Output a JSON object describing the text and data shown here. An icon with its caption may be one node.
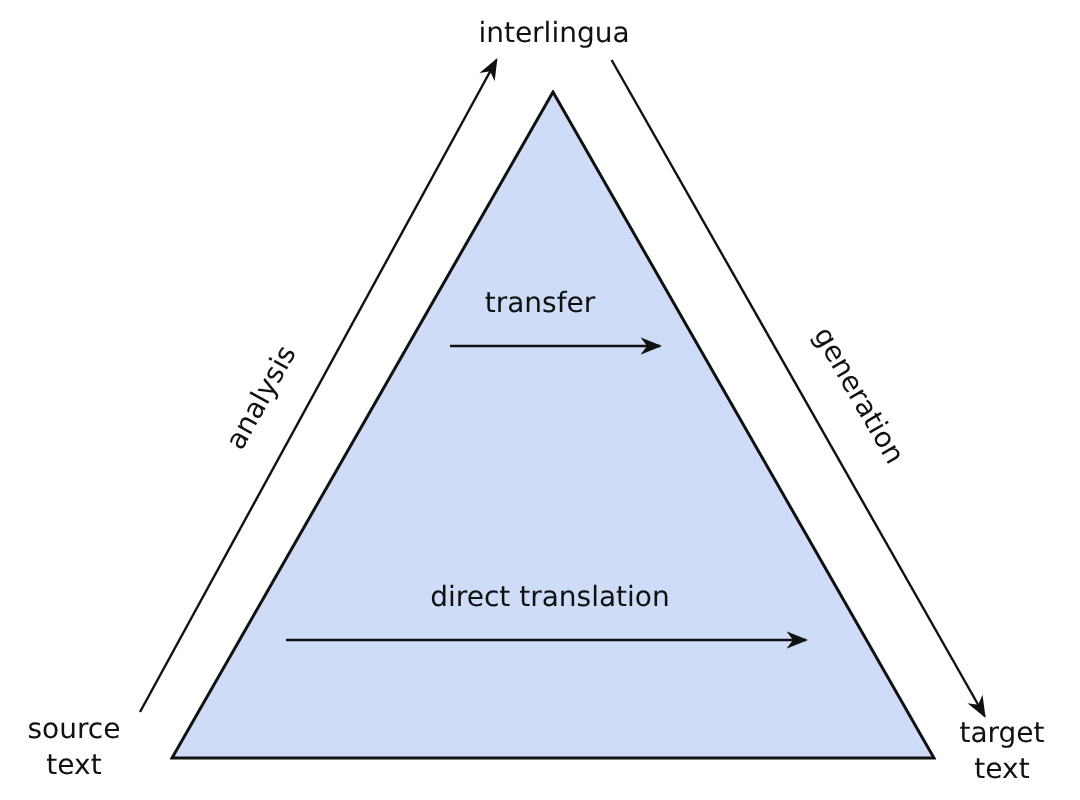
{
  "diagram": {
    "nodes": [
      {
        "text": [
          "interlingua"
        ]
      },
      {
        "text": [
          "transfer",
          "direct translation"
        ]
      },
      {
        "text": [
          "source text"
        ]
      },
      {
        "text": [
          "target text"
        ]
      }
    ],
    "edges": [
      {
        "from": 2,
        "to": 0,
        "arrow": "to",
        "label": "analysis"
      },
      {
        "from": 0,
        "to": 3,
        "arrow": "to",
        "label": "generation"
      }
    ]
  }
}
